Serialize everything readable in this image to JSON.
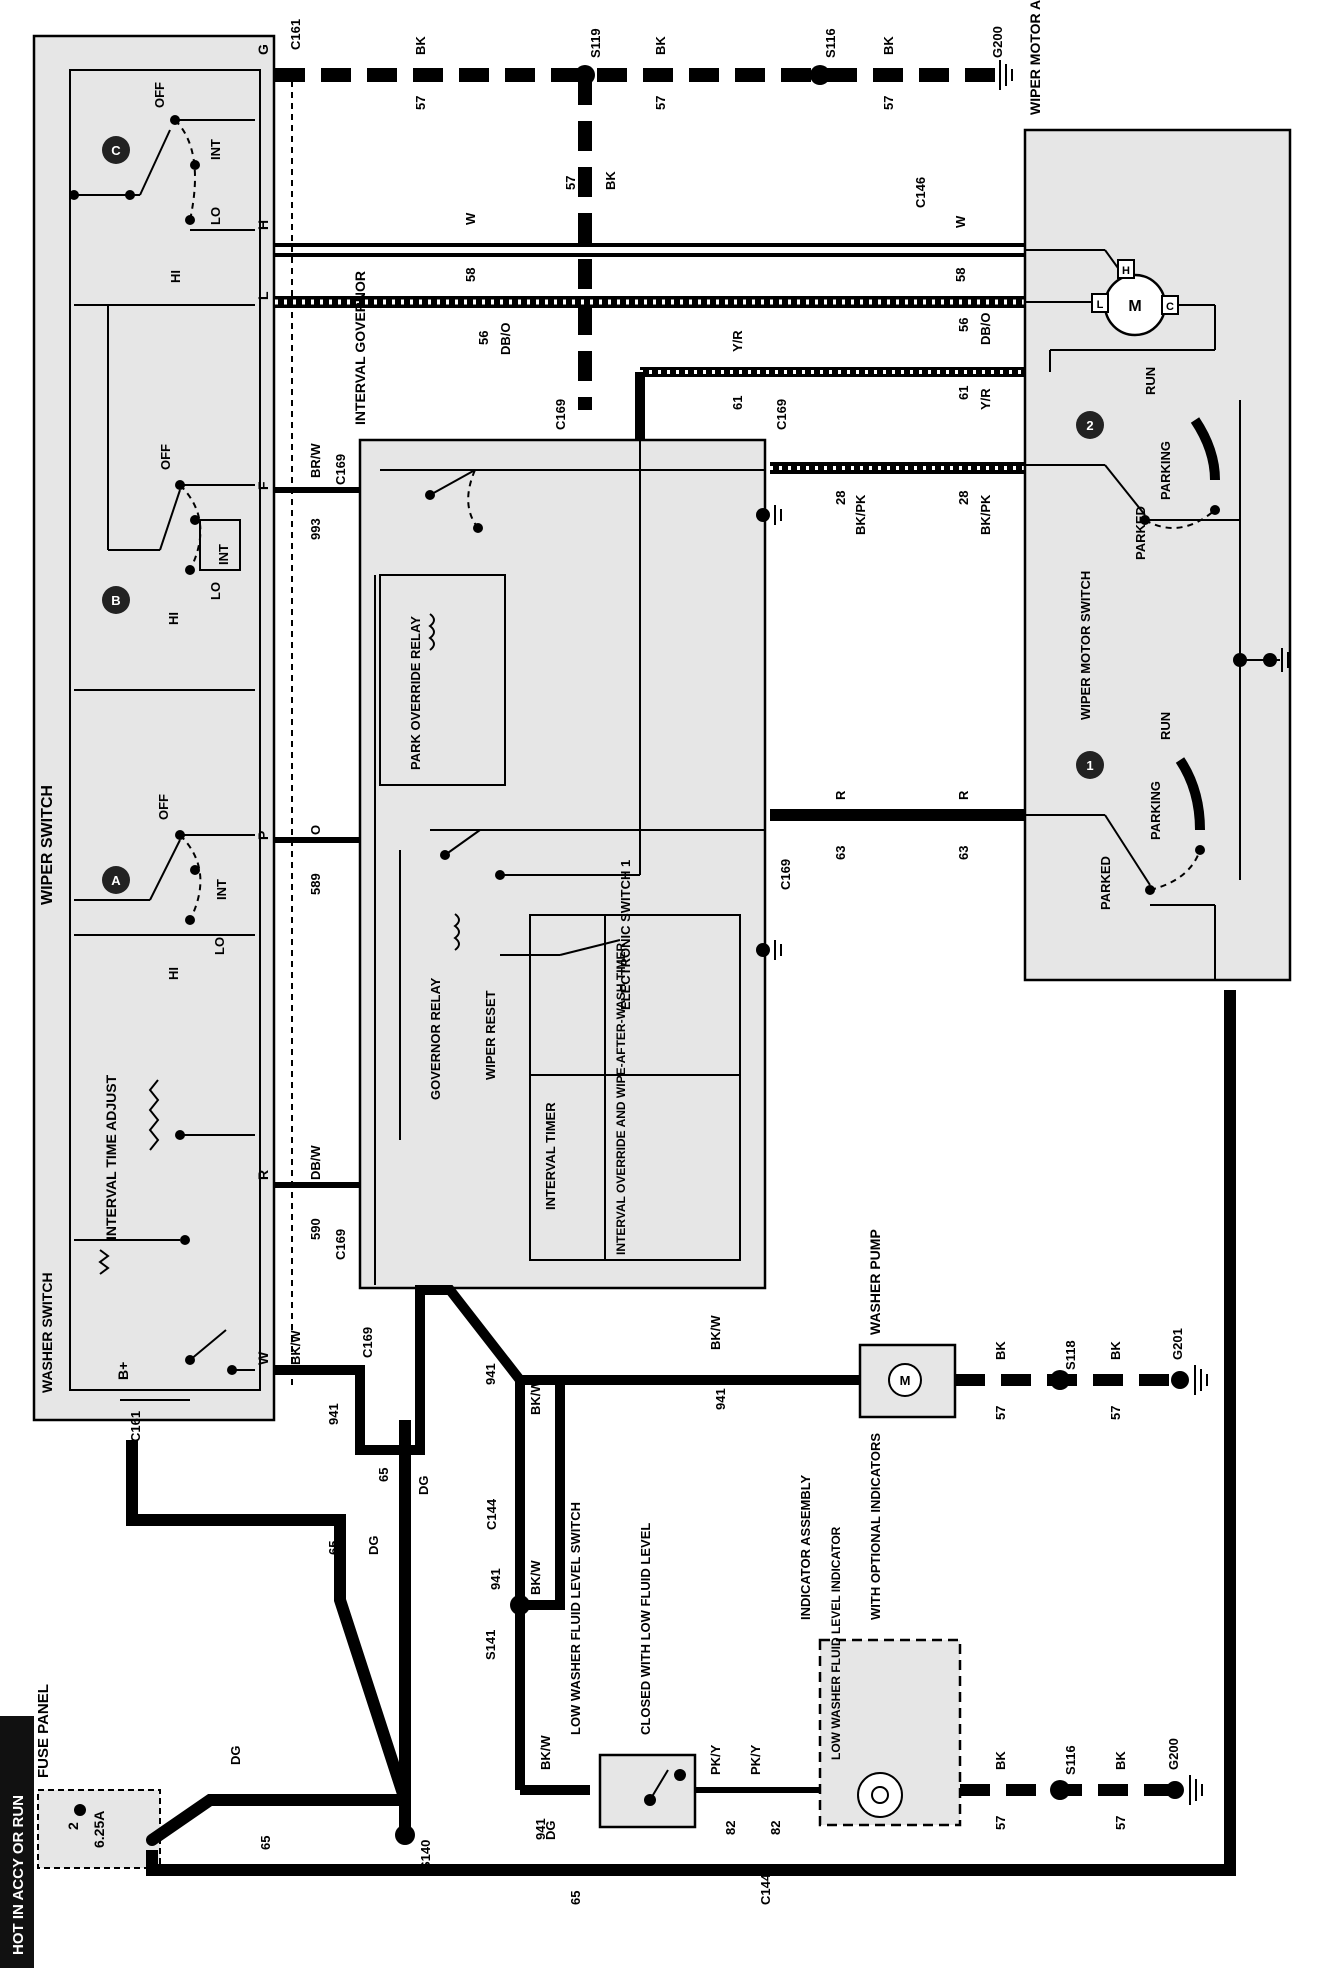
{
  "hot_label": "HOT IN ACCY OR RUN",
  "fuse_panel": {
    "title": "FUSE PANEL",
    "fuse_number": "2",
    "fuse_rating": "6.25A"
  },
  "connectors": {
    "c161_top": "C161",
    "c161_bottom": "C161",
    "c169_a": "C169",
    "c169_b": "C169",
    "c169_c": "C169",
    "c169_d": "C169",
    "c169_e": "C169",
    "c169_f": "C169",
    "c146": "C146",
    "c144_a": "C144",
    "c144_b": "C144"
  },
  "splices": {
    "s119": "S119",
    "s116_top": "S116",
    "s116_bottom": "S116",
    "s118": "S118",
    "s140": "S140",
    "s141": "S141"
  },
  "grounds": {
    "g200_top": "G200",
    "g200_bottom": "G200",
    "g201": "G201"
  },
  "wires": [
    {
      "circuit": "57",
      "color": "BK"
    },
    {
      "circuit": "58",
      "color": "W"
    },
    {
      "circuit": "56",
      "color": "DB/O"
    },
    {
      "circuit": "61",
      "color": "Y/R"
    },
    {
      "circuit": "28",
      "color": "BK/PK"
    },
    {
      "circuit": "63",
      "color": "R"
    },
    {
      "circuit": "993",
      "color": "BR/W"
    },
    {
      "circuit": "589",
      "color": "O"
    },
    {
      "circuit": "590",
      "color": "DB/W"
    },
    {
      "circuit": "941",
      "color": "BK/W"
    },
    {
      "circuit": "65",
      "color": "DG"
    },
    {
      "circuit": "82",
      "color": "PK/Y"
    }
  ],
  "wiper_switch": {
    "title": "WIPER SWITCH",
    "washer_switch": "WASHER SWITCH",
    "b_plus": "B+",
    "interval_time_adjust": "INTERVAL TIME ADJUST",
    "terminals": {
      "g": "G",
      "h": "H",
      "l": "L",
      "f": "F",
      "p": "P",
      "r": "R",
      "w": "W"
    },
    "sections": [
      "A",
      "B",
      "C"
    ],
    "positions": {
      "off": "OFF",
      "int": "INT",
      "lo": "LO",
      "hi": "HI"
    }
  },
  "interval_governor": {
    "title": "INTERVAL GOVERNOR",
    "park_override_relay": "PARK OVERRIDE RELAY",
    "governor_relay": "GOVERNOR RELAY",
    "wiper_reset": "WIPER RESET",
    "electronic_switch": "ELECTRONIC SWITCH 1",
    "interval_timer": "INTERVAL TIMER",
    "interval_override": "INTERVAL OVERRIDE AND WIPE-AFTER-WASH TIMER"
  },
  "wiper_motor": {
    "title": "WIPER MOTOR AND SWITCH",
    "motor_switch": "WIPER MOTOR SWITCH",
    "motor": "M",
    "terminal_l": "L",
    "terminal_h": "H",
    "terminal_c": "C",
    "badge_1": "1",
    "badge_2": "2",
    "parked": "PARKED",
    "parking": "PARKING",
    "run": "RUN"
  },
  "washer_pump": {
    "title": "WASHER PUMP",
    "motor": "M"
  },
  "low_fluid_switch": {
    "title": "LOW WASHER FLUID LEVEL SWITCH",
    "note": "CLOSED WITH LOW FLUID LEVEL"
  },
  "indicator_assembly": {
    "title": "INDICATOR ASSEMBLY",
    "note": "WITH OPTIONAL INDICATORS",
    "lamp": "LOW WASHER FLUID LEVEL INDICATOR"
  }
}
